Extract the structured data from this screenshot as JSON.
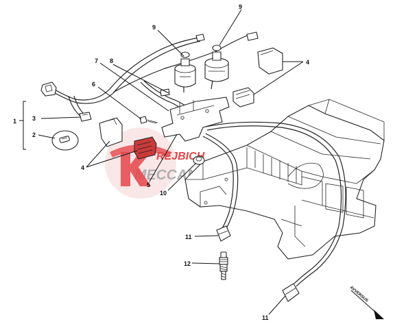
{
  "callouts": {
    "n1": "1",
    "n2": "2",
    "n3": "3",
    "n4a": "4",
    "n4b": "4",
    "n5": "5",
    "n6": "6",
    "n7": "7",
    "n8": "8",
    "n9a": "9",
    "n9b": "9",
    "n10": "10",
    "n11a": "11",
    "n11b": "11",
    "n12": "12"
  },
  "watermark": {
    "line1": "REJBICH",
    "line2": "MECCANICA",
    "color_red": "#e0262b",
    "color_gray": "#9a9a9a"
  },
  "direction_label": "AVVERSUS",
  "colors": {
    "line": "#111111",
    "highlight_connector": "#c93a3a"
  }
}
